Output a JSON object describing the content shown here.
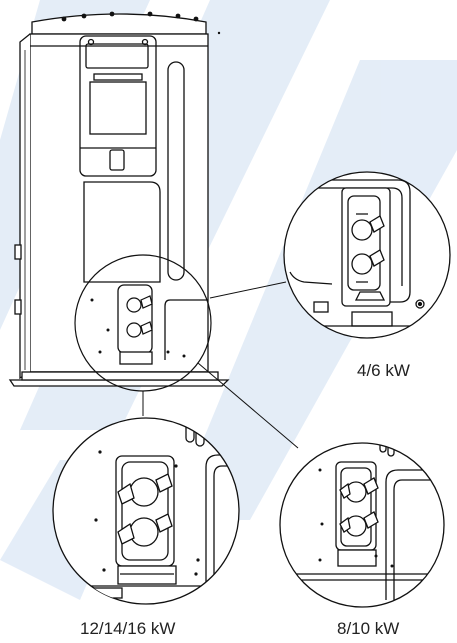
{
  "callouts": [
    {
      "label": "4/6 kW"
    },
    {
      "label": "12/14/16 kW"
    },
    {
      "label": "8/10 kW"
    }
  ],
  "colors": {
    "line": "#111111",
    "watermark": "#dbe7f5",
    "background": "#ffffff"
  }
}
